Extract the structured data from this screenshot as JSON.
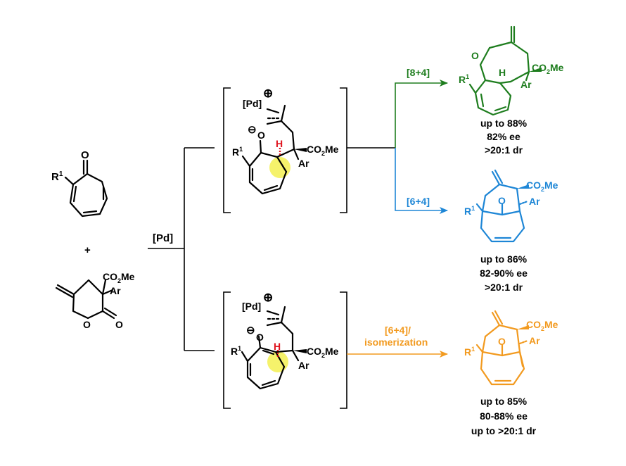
{
  "colors": {
    "black": "#000000",
    "green": "#1e7d1e",
    "blue": "#1d86d6",
    "orange": "#f29a1f",
    "red": "#e0141e",
    "highlight": "#f2ee3a"
  },
  "reagent": {
    "pd": "[Pd]"
  },
  "tropone": {
    "r": "R",
    "r_sup": "1",
    "o": "O"
  },
  "plus": "+",
  "lactone": {
    "co2me": "CO",
    "co2me_sub": "2",
    "co2me_end": "Me",
    "ar": "Ar",
    "o_ring": "O",
    "o_carbonyl": "O"
  },
  "intermediate_top": {
    "pd": "[Pd]",
    "plus": "⊕",
    "minus": "⊖",
    "o": "O",
    "r": "R",
    "r_sup": "1",
    "h": "H",
    "co2me": "CO",
    "co2me_sub": "2",
    "co2me_end": "Me",
    "ar": "Ar"
  },
  "intermediate_bottom": {
    "pd": "[Pd]",
    "plus": "⊕",
    "minus": "⊖",
    "o": "O",
    "r": "R",
    "r_sup": "1",
    "h": "H",
    "co2me": "CO",
    "co2me_sub": "2",
    "co2me_end": "Me",
    "ar": "Ar"
  },
  "pathways": {
    "green_label": "[8+4]",
    "blue_label": "[6+4]",
    "orange_label_1": "[6+4]/",
    "orange_label_2": "isomerization"
  },
  "product_green": {
    "o": "O",
    "r": "R",
    "r_sup": "1",
    "h": "H",
    "co2me": "CO",
    "co2me_sub": "2",
    "co2me_end": "Me",
    "ar": "Ar",
    "results": [
      "up to 88%",
      "82% ee",
      ">20:1 dr"
    ]
  },
  "product_blue": {
    "o": "O",
    "r": "R",
    "r_sup": "1",
    "co2me": "CO",
    "co2me_sub": "2",
    "co2me_end": "Me",
    "ar": "Ar",
    "results": [
      "up to 86%",
      "82-90% ee",
      ">20:1 dr"
    ]
  },
  "product_orange": {
    "o": "O",
    "r": "R",
    "r_sup": "1",
    "co2me": "CO",
    "co2me_sub": "2",
    "co2me_end": "Me",
    "ar": "Ar",
    "results": [
      "up to 85%",
      "80-88% ee",
      "up to >20:1 dr"
    ]
  }
}
